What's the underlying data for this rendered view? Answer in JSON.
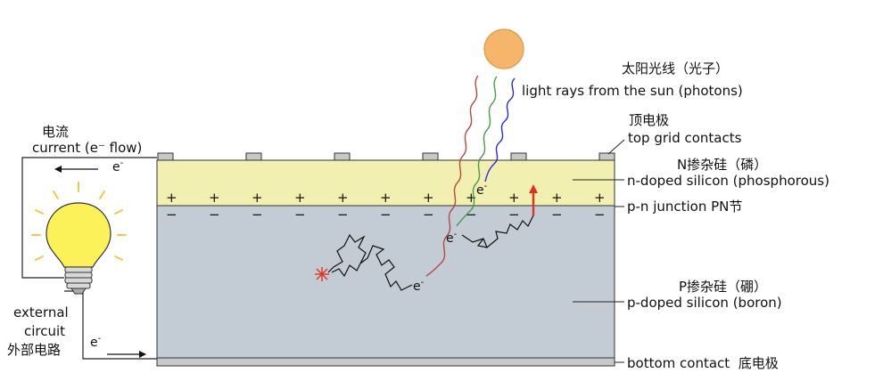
{
  "labels": {
    "sun_cn": "太阳光线（光子）",
    "sun_en": "light rays from the sun (photons)",
    "top_cn": "顶电极",
    "top_en": "top grid contacts",
    "n_cn": "N掺杂硅（磷）",
    "n_en": "n-doped silicon (phosphorous)",
    "pn": "p-n junction PN节",
    "p_cn": "P掺杂硅（硼）",
    "p_en": "p-doped silicon (boron)",
    "bottom": "bottom contact  底电极",
    "current_cn": "电流",
    "current_en": "current (e⁻ flow)",
    "external_1": "external",
    "external_2": "circuit",
    "external_cn": "外部电路"
  },
  "electrons": {
    "symbol": "e",
    "superscript": "-"
  },
  "signs": {
    "plus": "+",
    "minus": "−"
  },
  "colors": {
    "sun": "#f5b56a",
    "n_layer": "#f2f0b0",
    "p_layer": "#c3ccd4",
    "ray_red": "#b54848",
    "ray_green": "#4a9a4a",
    "ray_blue": "#2a2ad6",
    "arrow_red": "#e2321e",
    "bulb": "#fbf25a"
  }
}
